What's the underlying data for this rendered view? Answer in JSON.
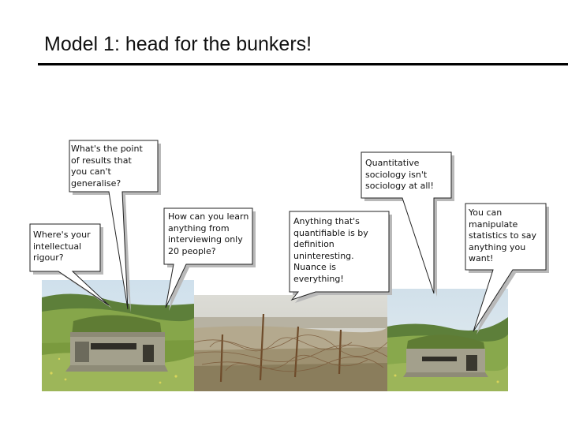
{
  "slide": {
    "title": "Model 1: head for the bunkers!"
  },
  "bubbles": [
    {
      "text": "What's the point\nof results that\nyou can't\ngeneralise?"
    },
    {
      "text": "Quantitative\nsociology isn't\nsociology at all!"
    },
    {
      "text": "Where's your\nintellectual\nrigour?"
    },
    {
      "text": "How can you learn\nanything from\ninterviewing only\n20 people?"
    },
    {
      "text": "Anything that's\nquantifiable is by\ndefinition\nuninteresting.\nNuance is\neverything!"
    },
    {
      "text": "You can\nmanipulate\nstatistics to say\nanything you\nwant!"
    }
  ],
  "colors": {
    "bubble_fill": "#ffffff",
    "bubble_stroke": "#222222",
    "shadow": "#b9b9b9"
  }
}
